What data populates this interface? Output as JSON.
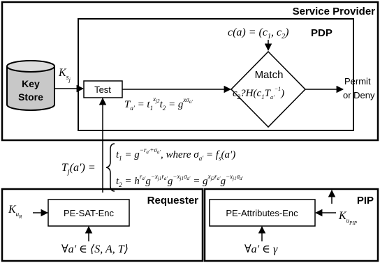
{
  "service_provider": {
    "title": "Service Provider"
  },
  "pdp": {
    "label": "PDP",
    "ca_eq": "c(a) = (c",
    "ca_sub1": "1",
    "ca_mid": ", c",
    "ca_sub2": "2",
    "ca_end": ")",
    "match_label": "Match",
    "match_c": "c",
    "match_c_sub": "2",
    "match_rest": "?H(c",
    "match_c1_sub": "1",
    "match_T": "T",
    "match_T_sub": "a′",
    "match_exp": "−1",
    "match_close": ")"
  },
  "key_store": {
    "line1": "Key",
    "line2": "Store"
  },
  "ks_label": {
    "K": "K",
    "sub": "s",
    "subsub": "j"
  },
  "test_box": {
    "label": "Test"
  },
  "ta_equation": {
    "T": "T",
    "T_sub": "a′",
    "eq1": " = t",
    "t1_sub": "1",
    "t1_exp": "x",
    "t1_exp_sub": "j2",
    "t2": "t",
    "t2_sub": "2",
    "eq2": " = g",
    "g_exp": "xσ",
    "g_exp_sub": "a′"
  },
  "outcome": {
    "line1": "Permit",
    "line2": "or Deny"
  },
  "tj_equation": {
    "lhs_T": "T",
    "lhs_sub": "j",
    "lhs_arg": "(a′) =",
    "row1_t": "t",
    "row1_sub": "1",
    "row1_eq": " = g",
    "row1_exp": "−r",
    "row1_exp_sub": "a′",
    "row1_exp_rest": "+σ",
    "row1_exp_sub2": "a′",
    "row1_where": ", where σ",
    "row1_sigma_sub": "a′",
    "row1_fs": " = f",
    "row1_fs_sub": "s",
    "row1_fs_arg": "(a′)",
    "row2_t": "t",
    "row2_sub": "2",
    "row2_eq": " = h",
    "row2_h_exp": "r",
    "row2_h_exp_sub": "a′",
    "row2_g": "g",
    "row2_g_exp": "−x",
    "row2_g_exp_sub": "j1",
    "row2_g_exp_r": "r",
    "row2_g_exp_r_sub": "a′",
    "row2_g2": "g",
    "row2_g2_exp": "−x",
    "row2_g2_exp_sub": "j1",
    "row2_g2_exp_s": "σ",
    "row2_g2_exp_s_sub": "a′",
    "row2_eq2": " = g",
    "row2_g3_exp": "x",
    "row2_g3_exp_sub": "j2",
    "row2_g3_exp_r": "r",
    "row2_g3_exp_r_sub": "a′",
    "row2_g4": "g",
    "row2_g4_exp": "−x",
    "row2_g4_exp_sub": "j1",
    "row2_g4_exp_s": "σ",
    "row2_g4_exp_s_sub": "a′"
  },
  "requester": {
    "title": "Requester",
    "enc_label": "PE-SAT-Enc",
    "key_K": "K",
    "key_sub": "u",
    "key_subsub": "R",
    "forall": "∀a′ ∈ ⟨S, A, T⟩"
  },
  "pip": {
    "title": "PIP",
    "enc_label": "PE-Attributes-Enc",
    "key_K": "K",
    "key_sub": "u",
    "key_subsub": "PIP",
    "forall": "∀a′ ∈ γ"
  }
}
